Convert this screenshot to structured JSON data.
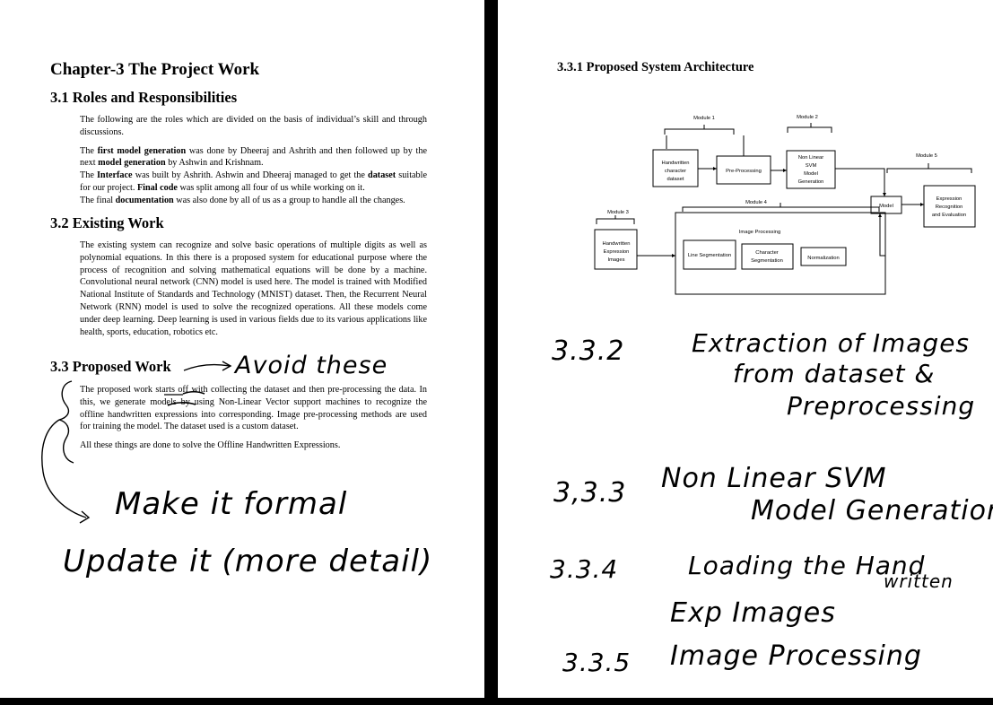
{
  "left_page": {
    "chapter_title": "Chapter-3 The Project Work",
    "sec31": {
      "title": "3.1 Roles and Responsibilities",
      "para1": "The following are the roles which are divided on the basis of individual’s skill and through discussions.",
      "p2": [
        "The ",
        "first model generation",
        " was done by Dheeraj and Ashrith and then followed up by the next ",
        "model generation",
        " by Ashwin and Krishnam."
      ],
      "p3": [
        "The ",
        "Interface",
        " was built by Ashrith. Ashwin and Dheeraj managed to get the ",
        "dataset",
        " suitable for our project. ",
        "Final code",
        " was split among all four of us while working on it."
      ],
      "p4": [
        "The final ",
        "documentation",
        " was also done by all of us as a group to handle all the changes."
      ]
    },
    "sec32": {
      "title": "3.2 Existing Work",
      "para": "The existing system can recognize and solve basic operations of multiple digits as well as polynomial equations. In this there is a proposed system for educational purpose where the process of recognition and solving mathematical equations will be done by a machine. Convolutional neural network (CNN) model is used here. The model is trained with Modified National Institute of Standards and Technology (MNIST) dataset. Then, the Recurrent Neural Network (RNN) model is used to solve the recognized operations. All these models come under deep learning. Deep learning is used in various fields due to its various applications like health, sports, education, robotics etc."
    },
    "sec33": {
      "title": "3.3 Proposed Work",
      "para1": "The proposed work starts off with collecting the dataset and then pre-processing the data. In this, we generate models by using Non-Linear Vector support machines to recognize the offline handwritten expressions into corresponding. Image pre-processing methods are used for training the model. The dataset used is a custom dataset.",
      "para2": "All these things are done to solve the Offline Handwritten Expressions."
    },
    "annotations": {
      "avoid": "Avoid these",
      "formal": "Make it formal",
      "update": "Update it (more detail)"
    }
  },
  "right_page": {
    "heading": "3.3.1 Proposed System Architecture",
    "diagram": {
      "module1": "Module 1",
      "module2": "Module 2",
      "module3": "Module 3",
      "module4": "Module 4",
      "module5": "Module 5",
      "hw_char": [
        "Handwritten",
        "character",
        "dataset"
      ],
      "preproc": "Pre-Processing",
      "svm": [
        "Non Linear",
        "SVM",
        "Model",
        "Generation"
      ],
      "model": "Model",
      "expr_eval": [
        "Expression",
        "Recognition",
        "and Evaluation"
      ],
      "hw_expr": [
        "Handwritten",
        "Expression",
        "Images"
      ],
      "img_proc": "Image Processing",
      "line_seg": "Line Segmentation",
      "char_seg": [
        "Character",
        "Segmentation"
      ],
      "norm": "Normalization"
    },
    "handwritten_notes": [
      {
        "num": "3.3.2",
        "text": "Extraction of Images",
        "text2": "from dataset &",
        "text3": "Preprocessing"
      },
      {
        "num": "3,3.3",
        "text": "Non Linear SVM",
        "text2": "Model Generation"
      },
      {
        "num": "3.3.4",
        "text": "Loading the Hand",
        "text_sup": "written",
        "text2": "Exp Images"
      },
      {
        "num": "3.3.5",
        "text": "Image Processing"
      }
    ]
  }
}
